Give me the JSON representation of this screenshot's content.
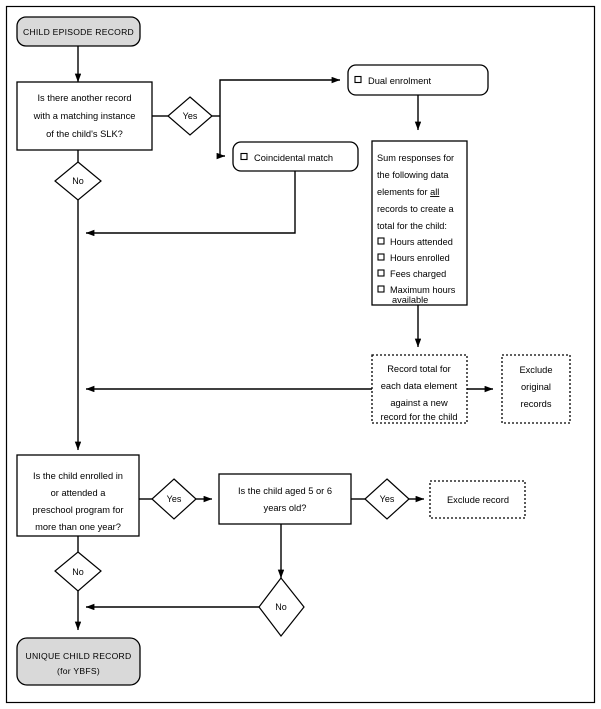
{
  "diagram": {
    "title": "Child episode record de-duplication flowchart",
    "colors": {
      "terminal_fill": "#d9d9d9",
      "stroke": "#000000",
      "background": "#ffffff"
    },
    "nodes": {
      "start_terminal": {
        "label": "CHILD EPISODE RECORD",
        "shape": "rounded-terminal"
      },
      "decision1": {
        "line1": "Is there another record",
        "line2": "with a matching instance",
        "line3": "of the child's SLK?",
        "shape": "process-box"
      },
      "decision1_yes": {
        "label": "Yes",
        "shape": "diamond"
      },
      "decision1_no": {
        "label": "No",
        "shape": "diamond"
      },
      "dual_enrolment": {
        "label": "Dual enrolment",
        "shape": "rounded-box",
        "bullet": "checkbox"
      },
      "coincidental_match": {
        "label": "Coincidental match",
        "shape": "rounded-box",
        "bullet": "checkbox"
      },
      "sum_responses": {
        "line1": "Sum responses for",
        "line2": "the following data",
        "line3_a": "elements for ",
        "line3_b": "all",
        "line4": "records to create a",
        "line5": "total for the child:",
        "items": [
          "Hours attended",
          "Hours enrolled",
          "Fees charged",
          "Maximum hours"
        ],
        "item4_cont": "available",
        "shape": "process-box"
      },
      "record_total": {
        "line1": "Record total for",
        "line2": "each data element",
        "line3": "against a new",
        "line4": "record for the child",
        "shape": "dotted-box"
      },
      "exclude_original": {
        "line1": "Exclude",
        "line2": "original",
        "line3": "records",
        "shape": "dotted-box"
      },
      "decision2": {
        "line1": "Is the child enrolled in",
        "line2": "or attended a",
        "line3": "preschool program for",
        "line4": "more than one year?",
        "shape": "process-box"
      },
      "decision2_yes": {
        "label": "Yes",
        "shape": "diamond"
      },
      "decision2_no": {
        "label": "No",
        "shape": "diamond"
      },
      "decision3": {
        "line1": "Is the child aged 5 or 6",
        "line2": "years old?",
        "shape": "process-box"
      },
      "decision3_yes": {
        "label": "Yes",
        "shape": "diamond"
      },
      "decision3_no": {
        "label": "No",
        "shape": "diamond"
      },
      "exclude_record": {
        "label": "Exclude record",
        "shape": "dotted-box"
      },
      "end_terminal": {
        "line1": "UNIQUE CHILD RECORD",
        "line2": "(for YBFS)",
        "shape": "rounded-terminal"
      }
    }
  }
}
